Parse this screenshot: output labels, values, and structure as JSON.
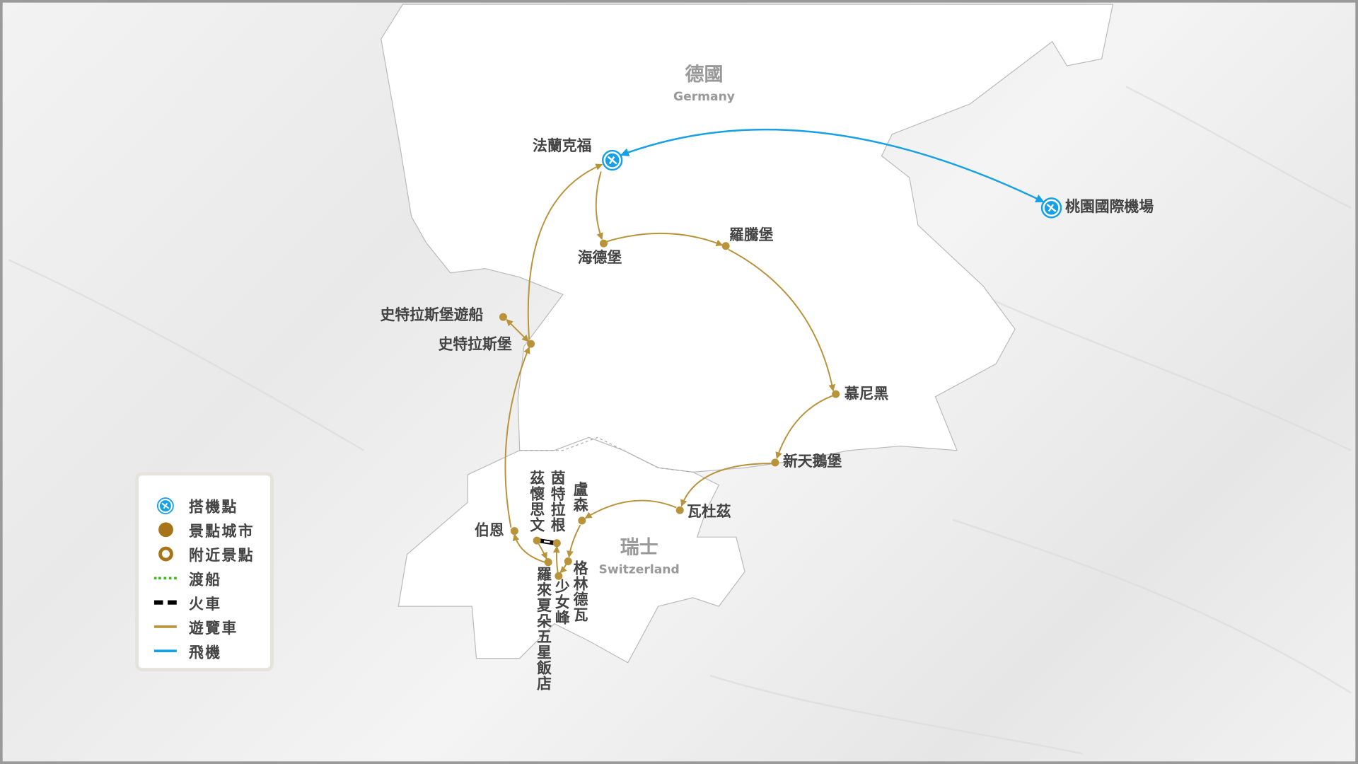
{
  "countries": {
    "germany": {
      "zh": "德國",
      "en": "Germany"
    },
    "switzerland": {
      "zh": "瑞士",
      "en": "Switzerland"
    }
  },
  "places": {
    "frankfurt": "法蘭克福",
    "taoyuan": "桃園國際機場",
    "heidelberg": "海德堡",
    "rothenburg": "羅騰堡",
    "munich": "慕尼黑",
    "neuschwanstein": "新天鵝堡",
    "vaduz": "瓦杜茲",
    "lucerne": "盧森",
    "grindelwald": "格林德瓦",
    "jungfrau": "少女峰",
    "interlaken": "茵特拉根",
    "zweisimmen": "茲懷思文",
    "rougemont": "羅來夏朵五星飯店",
    "bern": "伯恩",
    "strasbourg": "史特拉斯堡",
    "strasbourg_cruise": "史特拉斯堡遊船"
  },
  "legend": [
    {
      "icon": "airport-icon",
      "label": "搭機點"
    },
    {
      "icon": "city-dot-icon",
      "label": "景點城市"
    },
    {
      "icon": "nearby-attraction-icon",
      "label": "附近景點"
    },
    {
      "icon": "ferry-line-icon",
      "label": "渡船"
    },
    {
      "icon": "train-line-icon",
      "label": "火車"
    },
    {
      "icon": "coach-line-icon",
      "label": "遊覽車"
    },
    {
      "icon": "flight-line-icon",
      "label": "飛機"
    }
  ],
  "colors": {
    "coach": "#b8933a",
    "flight": "#17a0e3",
    "ferry": "#3cb81c",
    "train": "#000000",
    "city": "#b8933a"
  }
}
